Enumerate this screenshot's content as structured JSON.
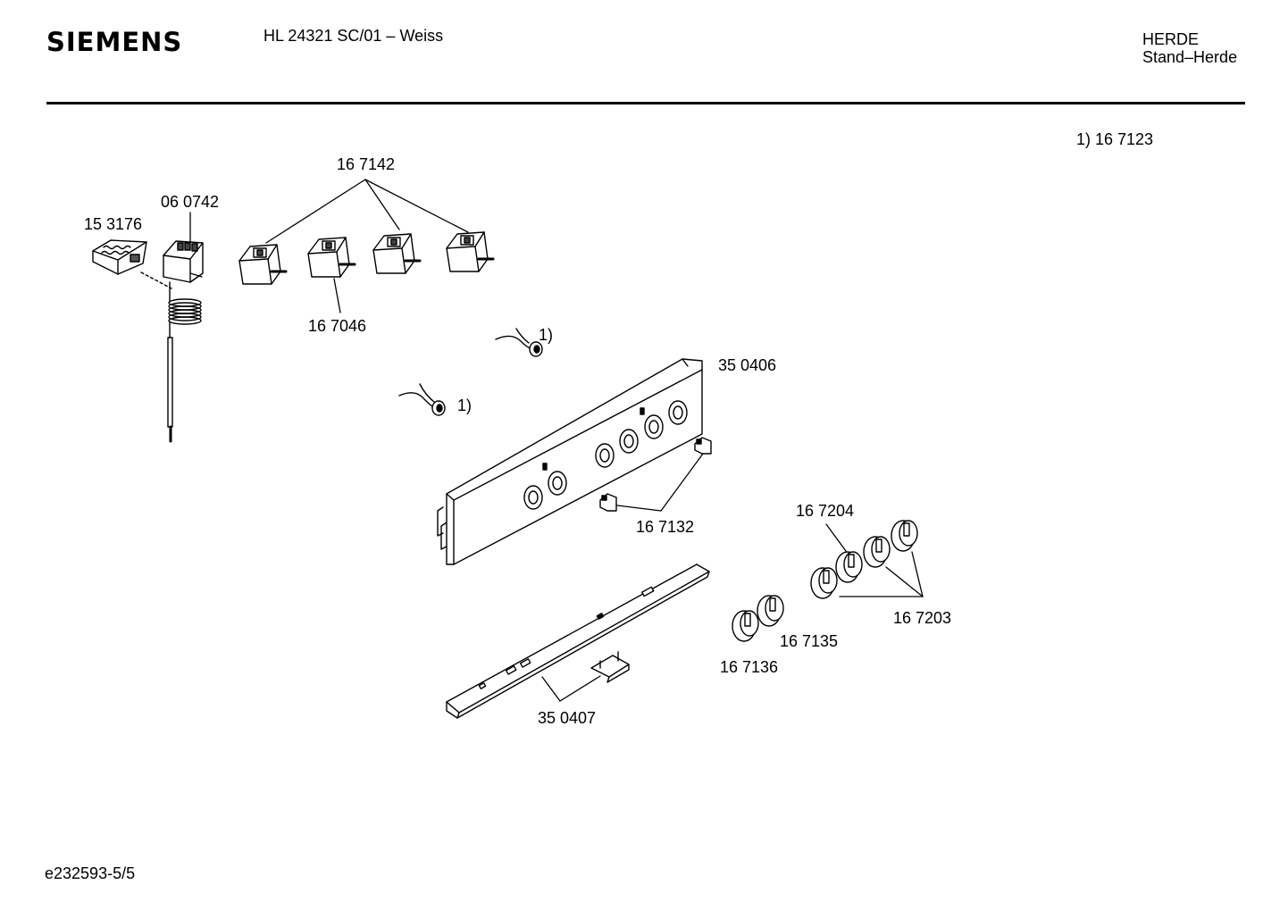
{
  "header": {
    "brand": "SIEMENS",
    "model": "HL 24321 SC/01 – Weiss",
    "category": "HERDE",
    "subcategory": "Stand–Herde"
  },
  "footnote": "1)  16 7123",
  "footer": {
    "doc_id": "e232593-5/5"
  },
  "labels": {
    "p167142": "16 7142",
    "p060742": "06 0742",
    "p153176": "15 3176",
    "p167046": "16 7046",
    "ref1a": "1)",
    "ref1b": "1)",
    "p350406": "35 0406",
    "p167132": "16 7132",
    "p167204": "16 7204",
    "p167203": "16 7203",
    "p167135": "16 7135",
    "p167136": "16 7136",
    "p350407": "35 0407"
  }
}
